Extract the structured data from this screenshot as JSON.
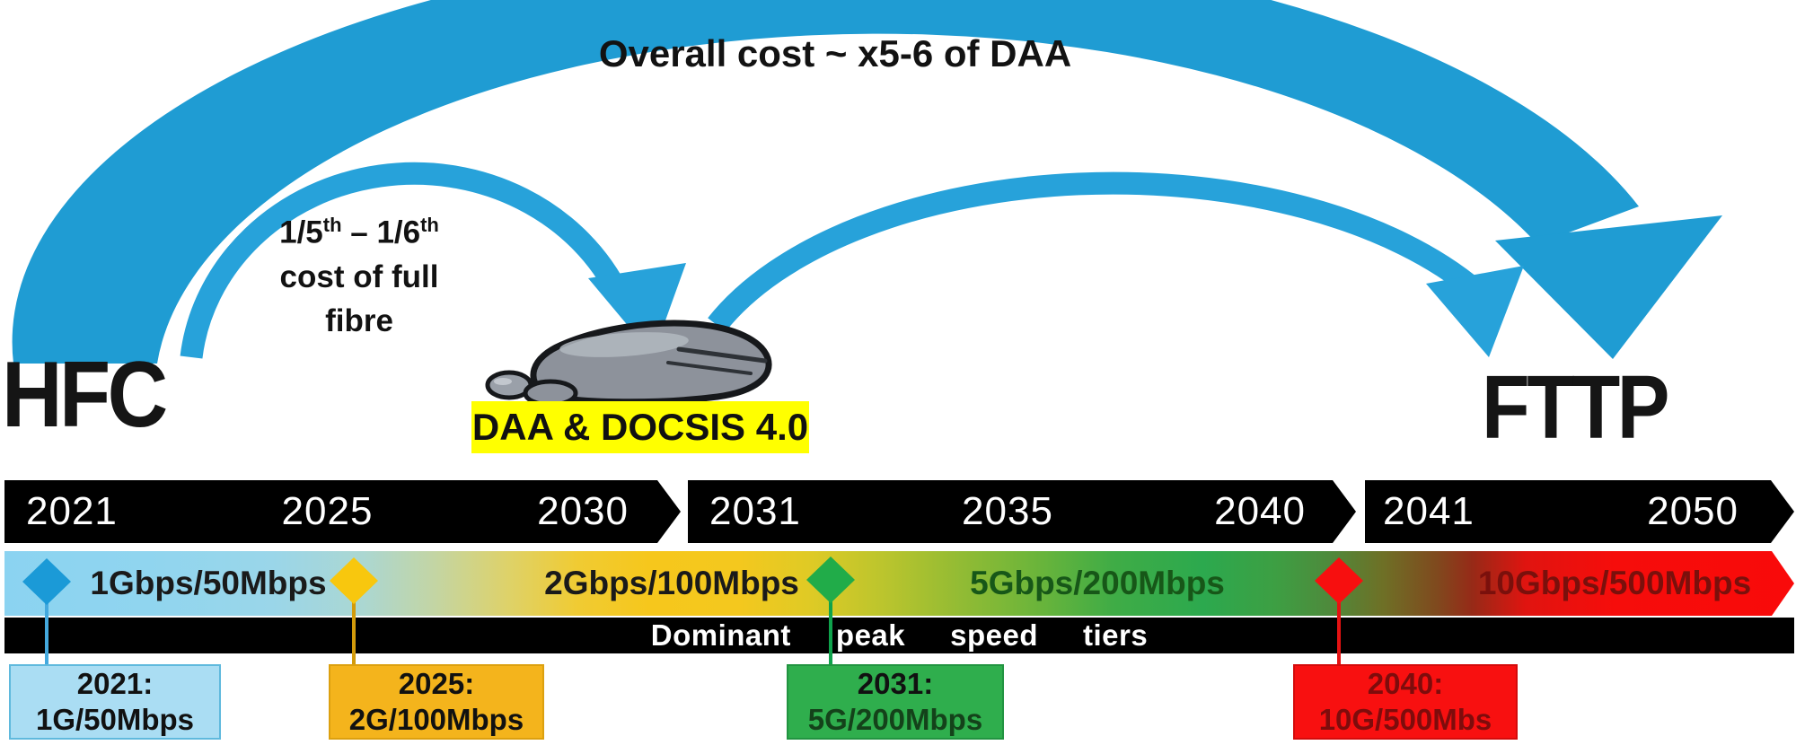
{
  "diagram": {
    "title_arrow_text": "Overall cost ~ x5-6 of DAA",
    "left_node": "HFC",
    "right_node": "FTTP",
    "stone_label": "DAA & DOCSIS 4.0",
    "cost_note": {
      "l1a": "1/5",
      "l1a_sup": "th",
      "l1b": " – 1/6",
      "l1b_sup": "th",
      "l2": "cost of full",
      "l3": "fibre"
    }
  },
  "timeline": {
    "segments": [
      {
        "years": [
          "2021",
          "2025",
          "2030"
        ]
      },
      {
        "years": [
          "2031",
          "2035",
          "2040"
        ]
      },
      {
        "years": [
          "2041",
          "2050"
        ]
      }
    ]
  },
  "speed_band": {
    "caption": "Dominant peak speed tiers",
    "tiers": [
      {
        "label": "1Gbps/50Mbps",
        "marker_year": "2021",
        "marker_color": "#1B9AD7"
      },
      {
        "label": "2Gbps/100Mbps",
        "marker_year": "2025",
        "marker_color": "#F8C70E"
      },
      {
        "label": "5Gbps/200Mbps",
        "marker_year": "2031",
        "marker_color": "#21AC49"
      },
      {
        "label": "10Gbps/500Mbps",
        "marker_year": "2040",
        "marker_color": "#F70F0F"
      }
    ]
  },
  "tier_bar": {
    "words": [
      "Dominant",
      "peak",
      "speed",
      "tiers"
    ]
  },
  "callouts": [
    {
      "line1": "2021:",
      "line2": "1G/50Mbps",
      "bg": "#AADDF3"
    },
    {
      "line1": "2025:",
      "line2": "2G/100Mbps",
      "bg": "#F4B41C"
    },
    {
      "line1": "2031:",
      "line2": "5G/200Mbps",
      "bg": "#2FAE4D"
    },
    {
      "line1": "2040:",
      "line2": "10G/500Mbs",
      "bg": "#F81010"
    }
  ],
  "colors": {
    "arrow_blue": "#1F9CD3",
    "timeline_bar": "#000000",
    "highlight_yellow": "#FFFF00",
    "gradient_start_blue": "#8BD3F1",
    "gradient_gold": "#F6C71C",
    "gradient_green": "#2CA94E",
    "gradient_red": "#F60D0B"
  }
}
